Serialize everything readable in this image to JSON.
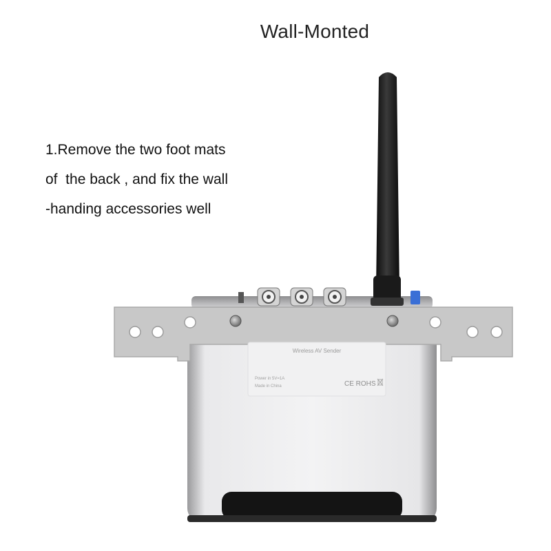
{
  "header": {
    "title": "Wall-Monted"
  },
  "instructions": {
    "lines": [
      "1.Remove the two foot mats",
      "of  the back , and fix the wall",
      "-handing accessories well"
    ]
  },
  "device": {
    "label_heading": "Wireless AV Sender",
    "label_power": "Power in 5V=1A",
    "label_origin": "Made in China",
    "label_cert": "CE ROHS"
  },
  "colors": {
    "bracket": "#c9c9c9",
    "body": "#e6e6e8",
    "antenna": "#1b1b1b"
  }
}
